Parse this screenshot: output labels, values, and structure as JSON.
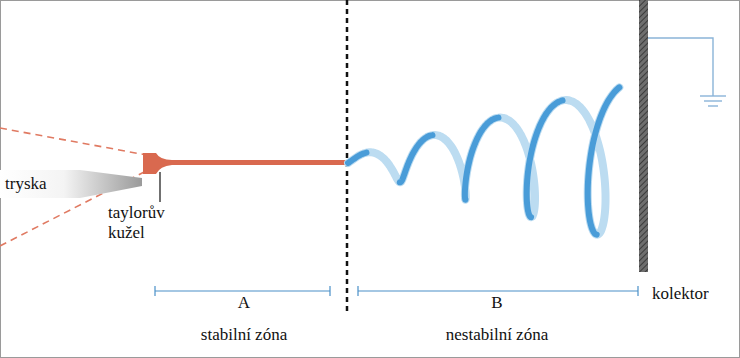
{
  "diagram": {
    "labels": [
      "tryska",
      "taylorův kužel",
      "A",
      "stabilní zóna",
      "B",
      "nestabilní zóna",
      "kolektor"
    ]
  }
}
